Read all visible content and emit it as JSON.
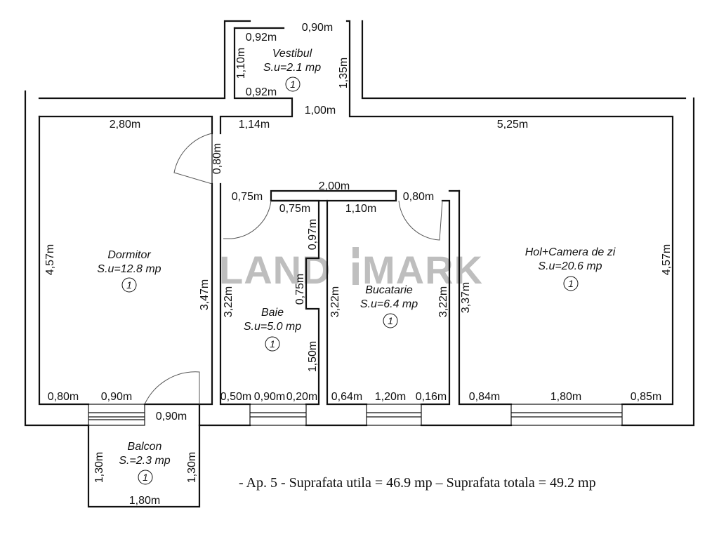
{
  "watermark": {
    "left": "LAND",
    "right": "MARK"
  },
  "rooms": [
    {
      "key": "vestibul",
      "name": "Vestibul",
      "area": "S.u=2.1 mp",
      "num": "1"
    },
    {
      "key": "dormitor",
      "name": "Dormitor",
      "area": "S.u=12.8 mp",
      "num": "1"
    },
    {
      "key": "baie",
      "name": "Baie",
      "area": "S.u=5.0 mp",
      "num": "1"
    },
    {
      "key": "bucatarie",
      "name": "Bucatarie",
      "area": "S.u=6.4 mp",
      "num": "1"
    },
    {
      "key": "hol",
      "name": "Hol+Camera de zi",
      "area": "S.u=20.6 mp",
      "num": "1"
    },
    {
      "key": "balcon",
      "name": "Balcon",
      "area": "S.=2.3 mp",
      "num": "1"
    }
  ],
  "dimensions": {
    "vest_top": "0,90m",
    "vest_left_top": "0,92m",
    "vest_left_side": "1,10m",
    "vest_left_bottom": "0,92m",
    "vest_right_side": "1,35m",
    "vest_bottom": "1,00m",
    "corr_left": "1,14m",
    "dorm_top": "2,80m",
    "hol_top": "5,25m",
    "door_dorm": "0,80m",
    "dorm_side": "4,57m",
    "wall_347": "3,47m",
    "hol_side": "4,57m",
    "baie_door": "0,75m",
    "kitchen_top": "2,00m",
    "baie_top": "0,75m",
    "buc_top": "1,10m",
    "buc_door": "0,80m",
    "baie_097": "0,97m",
    "baie_075": "0,75m",
    "baie_150": "1,50m",
    "baie_left": "3,22m",
    "buc_left": "3,22m",
    "buc_right": "3,22m",
    "hol_left": "3,37m",
    "dorm_b1": "0,80m",
    "dorm_b2": "0,90m",
    "balc_door": "0,90m",
    "baie_b1": "0,50m",
    "baie_b2": "0,90m",
    "baie_b3": "0,20m",
    "buc_b1": "0,64m",
    "buc_b2": "1,20m",
    "buc_b3": "0,16m",
    "hol_b1": "0,84m",
    "hol_b2": "1,80m",
    "hol_b3": "0,85m",
    "balc_left": "1,30m",
    "balc_right": "1,30m",
    "balc_bottom": "1,80m"
  },
  "summary": "- Ap. 5 - Suprafata utila = 46.9 mp – Suprafata totala = 49.2 mp"
}
